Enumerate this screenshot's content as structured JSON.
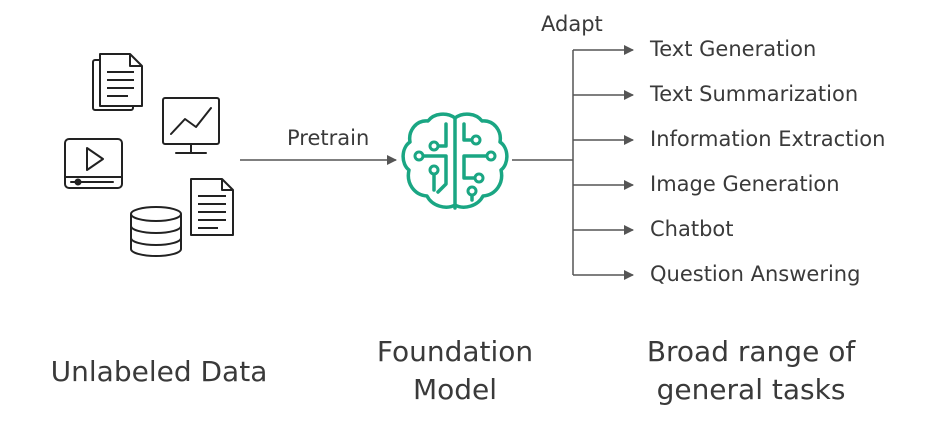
{
  "labels": {
    "pretrain": "Pretrain",
    "adapt": "Adapt",
    "unlabeled_data": "Unlabeled Data",
    "foundation_model": "Foundation Model",
    "broad_range": "Broad range of general tasks"
  },
  "tasks": [
    "Text Generation",
    "Text Summarization",
    "Information Extraction",
    "Image Generation",
    "Chatbot",
    "Question Answering"
  ],
  "icons": {
    "data_sources": [
      "documents-icon",
      "line-chart-icon",
      "video-player-icon",
      "database-icon",
      "text-document-icon"
    ],
    "model": "brain-circuit-icon"
  },
  "colors": {
    "brain": "#1aa683",
    "line": "#555555",
    "icon": "#222222",
    "text": "#3a3a3a"
  }
}
